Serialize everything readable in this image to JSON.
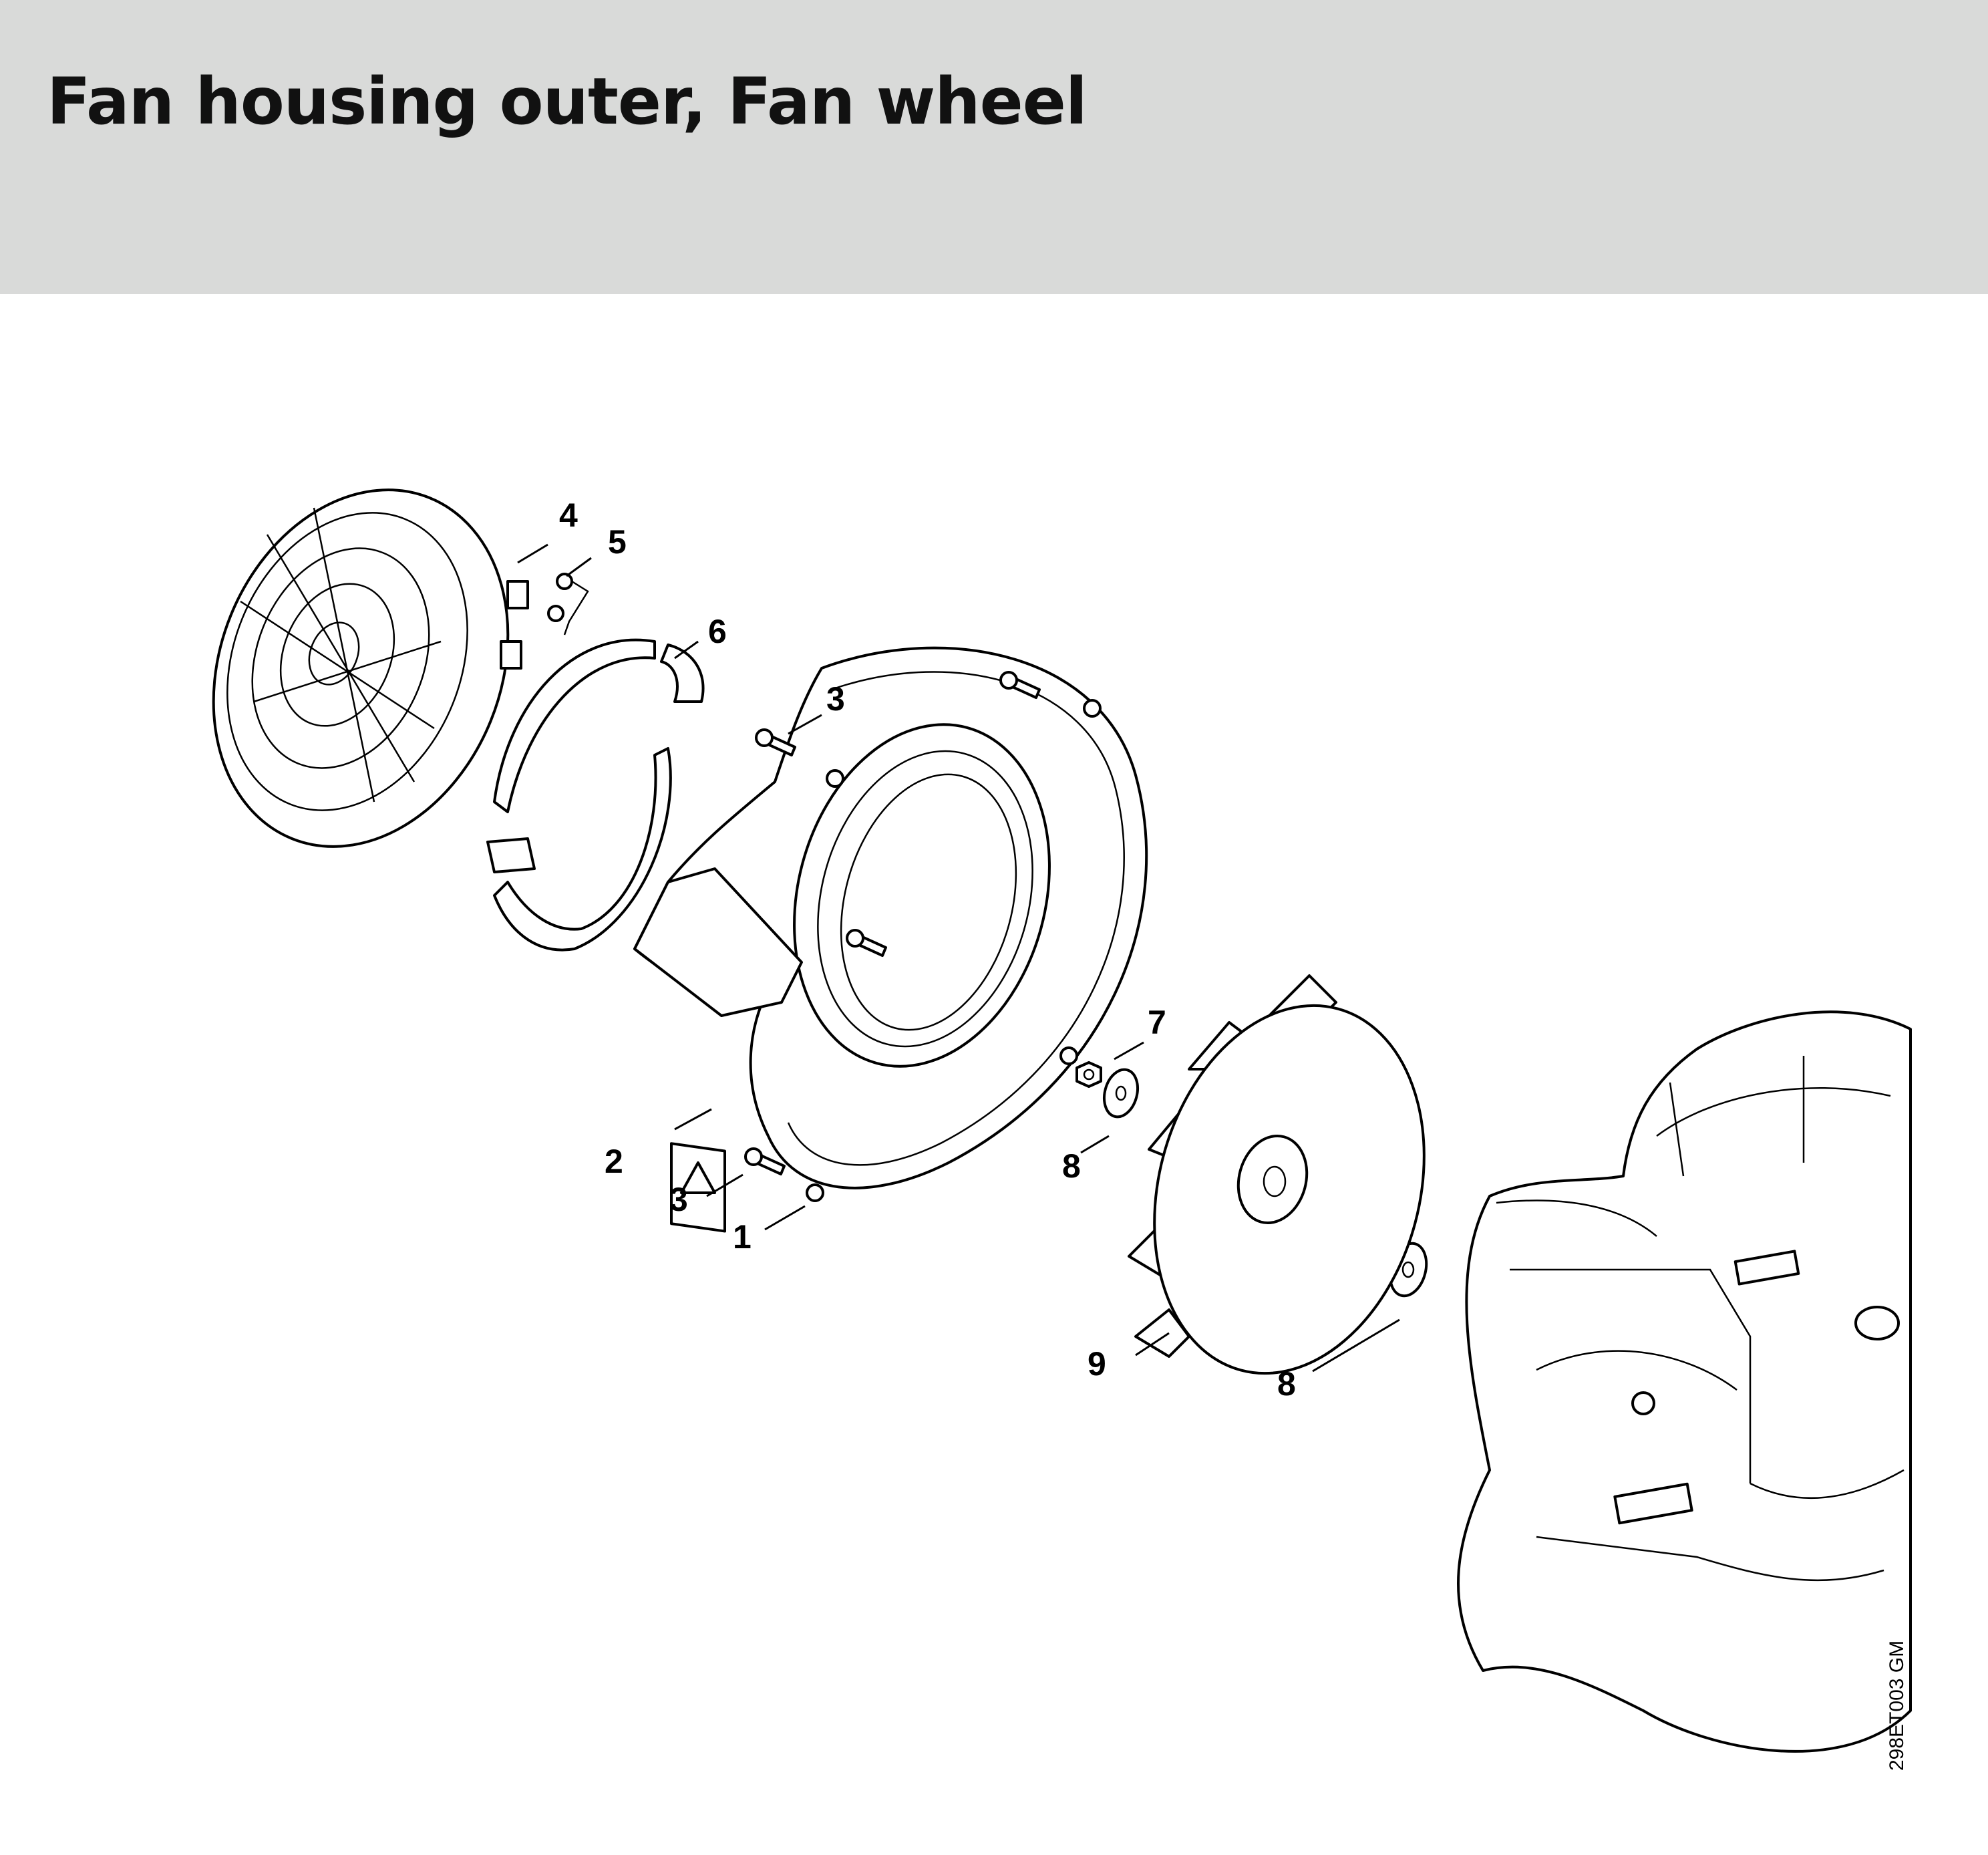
{
  "header": {
    "title": "Fan housing outer, Fan wheel",
    "background_color": "#d9dad9"
  },
  "diagram": {
    "drawing_code": "298ET003 GM",
    "callouts": {
      "c1": "1",
      "c2": "2",
      "c3a": "3",
      "c3b": "3",
      "c4": "4",
      "c5": "5",
      "c6": "6",
      "c7": "7",
      "c8a": "8",
      "c8b": "8",
      "c9": "9"
    }
  }
}
